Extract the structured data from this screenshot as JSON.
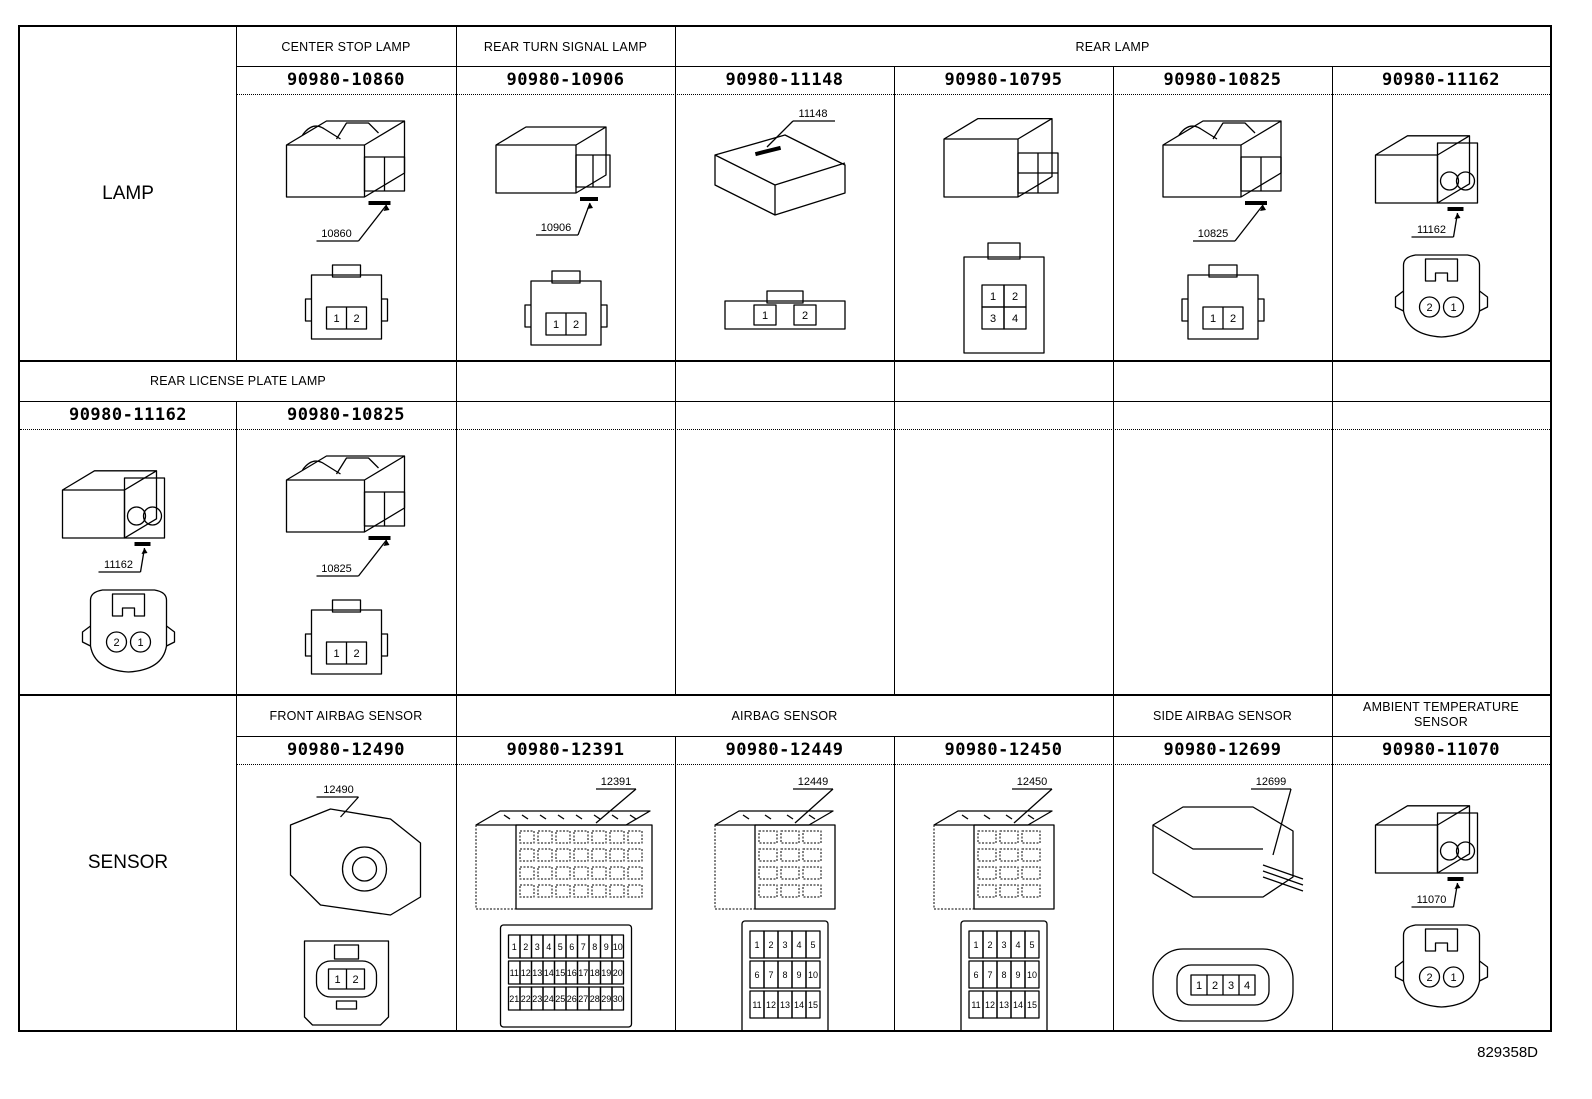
{
  "figure_id": "829358D",
  "groups": {
    "lamp": "LAMP",
    "sensor": "SENSOR"
  },
  "row1": {
    "headers": [
      {
        "label": "CENTER STOP LAMP"
      },
      {
        "label": "REAR TURN SIGNAL LAMP"
      },
      {
        "label": "REAR LAMP"
      }
    ],
    "parts": [
      {
        "number": "90980-10860",
        "code": "10860",
        "pins": [
          "1",
          "2"
        ]
      },
      {
        "number": "90980-10906",
        "code": "10906",
        "pins": [
          "1",
          "2"
        ]
      },
      {
        "number": "90980-11148",
        "code": "11148",
        "pins": [
          "1",
          "2"
        ]
      },
      {
        "number": "90980-10795",
        "code": "",
        "pins": [
          "1",
          "2",
          "3",
          "4"
        ]
      },
      {
        "number": "90980-10825",
        "code": "10825",
        "pins": [
          "1",
          "2"
        ]
      },
      {
        "number": "90980-11162",
        "code": "11162",
        "pins": [
          "2",
          "1"
        ]
      }
    ]
  },
  "row2": {
    "headers": [
      {
        "label": "REAR LICENSE PLATE LAMP"
      }
    ],
    "parts": [
      {
        "number": "90980-11162",
        "code": "11162",
        "pins": [
          "2",
          "1"
        ]
      },
      {
        "number": "90980-10825",
        "code": "10825",
        "pins": [
          "1",
          "2"
        ]
      }
    ]
  },
  "row3": {
    "headers": [
      {
        "label": "FRONT AIRBAG SENSOR"
      },
      {
        "label": "AIRBAG SENSOR"
      },
      {
        "label": "SIDE AIRBAG SENSOR"
      },
      {
        "label": "AMBIENT TEMPERATURE SENSOR"
      }
    ],
    "parts": [
      {
        "number": "90980-12490",
        "code": "12490",
        "pins": [
          "1",
          "2"
        ]
      },
      {
        "number": "90980-12391",
        "code": "12391",
        "pins": [
          "1",
          "2",
          "3",
          "4",
          "5",
          "6",
          "7",
          "8",
          "9",
          "10",
          "11",
          "12",
          "13",
          "14",
          "15",
          "16",
          "17",
          "18",
          "19",
          "20",
          "21",
          "22",
          "23",
          "24",
          "25",
          "26",
          "27",
          "28",
          "29",
          "30"
        ]
      },
      {
        "number": "90980-12449",
        "code": "12449",
        "pins": [
          "1",
          "2",
          "3",
          "4",
          "5",
          "6",
          "7",
          "8",
          "9",
          "10",
          "11",
          "12",
          "13",
          "14",
          "15"
        ]
      },
      {
        "number": "90980-12450",
        "code": "12450",
        "pins": [
          "1",
          "2",
          "3",
          "4",
          "5",
          "6",
          "7",
          "8",
          "9",
          "10",
          "11",
          "12",
          "13",
          "14",
          "15"
        ]
      },
      {
        "number": "90980-12699",
        "code": "12699",
        "pins": [
          "1",
          "2",
          "3",
          "4"
        ]
      },
      {
        "number": "90980-11070",
        "code": "11070",
        "pins": [
          "2",
          "1"
        ]
      }
    ]
  }
}
